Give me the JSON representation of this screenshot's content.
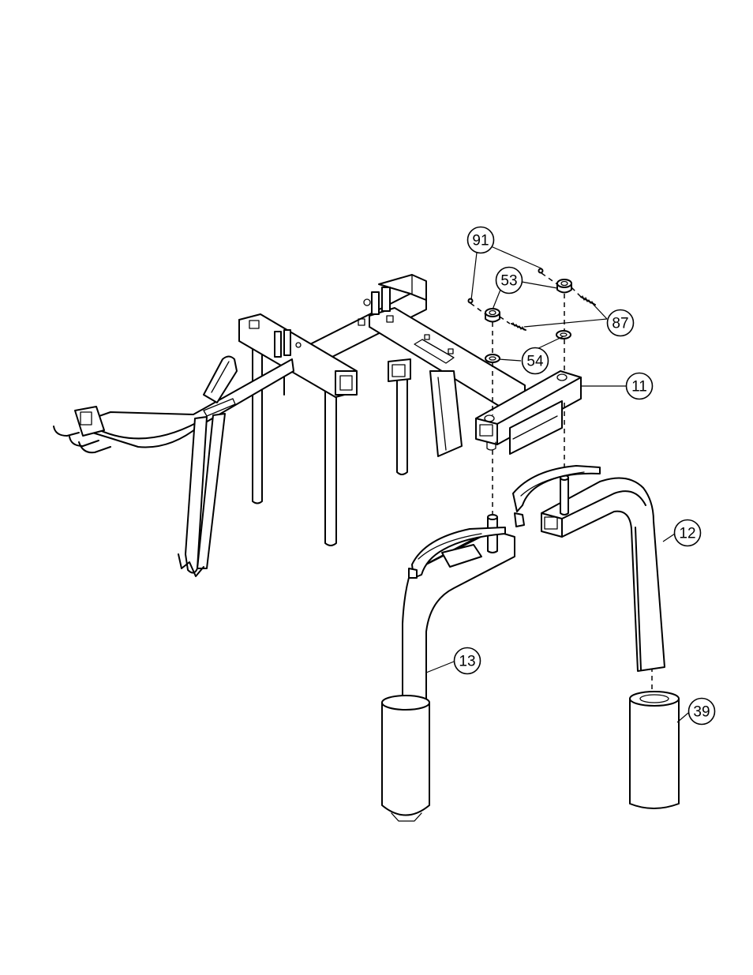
{
  "callouts": [
    {
      "id": "c91",
      "label": "91"
    },
    {
      "id": "c53",
      "label": "53"
    },
    {
      "id": "c87",
      "label": "87"
    },
    {
      "id": "c54",
      "label": "54"
    },
    {
      "id": "c11",
      "label": "11"
    },
    {
      "id": "c12",
      "label": "12"
    },
    {
      "id": "c13",
      "label": "13"
    },
    {
      "id": "c39",
      "label": "39"
    }
  ]
}
